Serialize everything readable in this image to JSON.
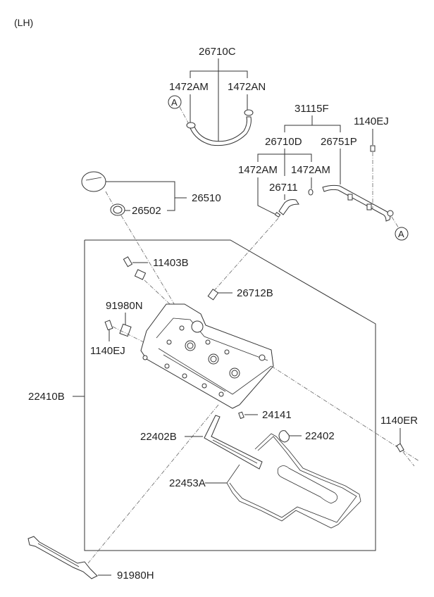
{
  "header": {
    "side_label": "(LH)"
  },
  "parts": {
    "hose_assy_top": "26710C",
    "clamp_left_top": "1472AM",
    "clamp_right_top": "1472AN",
    "ref_a_top": "A",
    "pipe_assy": "31115F",
    "hose_assy_mid": "26710D",
    "pipe": "26751P",
    "bolt_pipe": "1140EJ",
    "clamp_left_mid": "1472AM",
    "clamp_right_mid": "1472AM",
    "hose_mid": "26711",
    "ref_a_right": "A",
    "oil_cap_assy": "26510",
    "cap_gasket": "26502",
    "bolt_sensor": "11403B",
    "pcv_valve": "26712B",
    "bracket": "91980N",
    "bolt_bracket": "1140EJ",
    "cover_assy": "22410B",
    "plug": "24141",
    "gasket_center": "22402B",
    "gasket_plug": "22402",
    "bolt_cover": "1140ER",
    "gasket_cover": "22453A",
    "bracket_bottom": "91980H"
  }
}
